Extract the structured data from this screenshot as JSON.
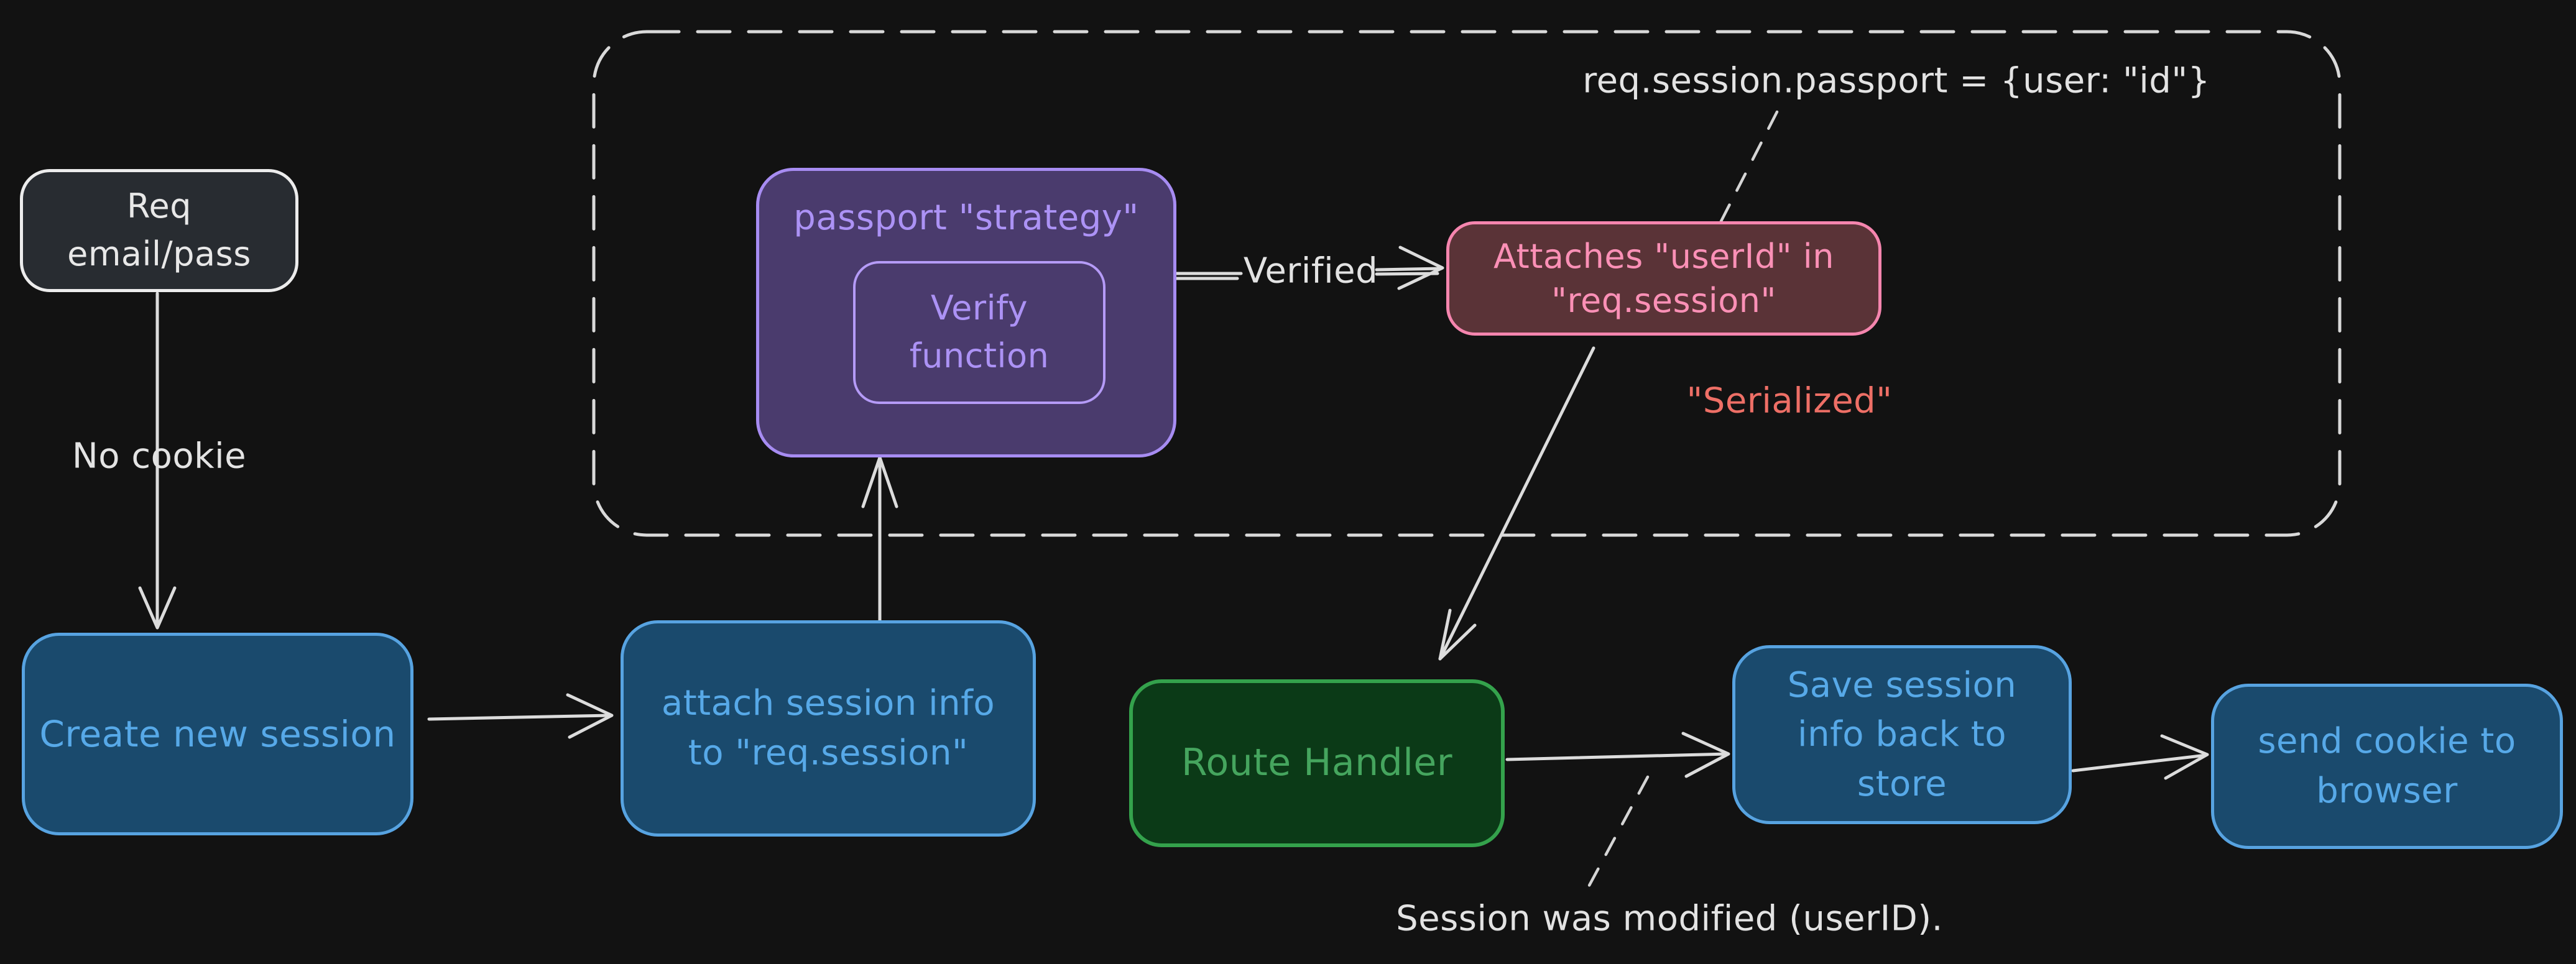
{
  "diagram": {
    "nodes": {
      "req": {
        "lines": [
          "Req",
          "email/pass"
        ]
      },
      "create": {
        "lines": [
          "Create new session"
        ]
      },
      "attach": {
        "lines": [
          "attach session info",
          "to \"req.session\""
        ]
      },
      "passport": {
        "title": "passport \"strategy\""
      },
      "verify": {
        "lines": [
          "Verify",
          "function"
        ]
      },
      "userid": {
        "lines": [
          "Attaches \"userId\" in",
          "\"req.session\""
        ]
      },
      "route": {
        "lines": [
          "Route Handler"
        ]
      },
      "save": {
        "lines": [
          "Save session",
          "info back to",
          "store"
        ]
      },
      "cookie": {
        "lines": [
          "send cookie to",
          "browser"
        ]
      }
    },
    "labels": {
      "no_cookie": "No cookie",
      "verified": "Verified",
      "serialized": "\"Serialized\"",
      "passport_assign": "req.session.passport = {user: \"id\"}",
      "session_modified": "Session was modified (userID)."
    },
    "colors": {
      "background": "#121212",
      "arrow_stroke": "#dcdcdc",
      "dashed_container_stroke": "#d9d9d9",
      "blue_fill": "#1a4a6d",
      "blue_border": "#57a3e1",
      "blue_text": "#57a9e8",
      "dark_fill": "#282c31",
      "dark_border": "#ececec",
      "dark_text": "#e8e8e8",
      "purple_fill": "#4a3b6d",
      "purple_border": "#a78cf2",
      "purple_text": "#ac92f5",
      "pink_fill": "#5a3337",
      "pink_border": "#f585ae",
      "pink_text": "#fb90b6",
      "green_fill": "#0b3a17",
      "green_border": "#34a24c",
      "green_text": "#45a55e",
      "serialized_text": "#ee6f66",
      "annotation_text": "#e3e3e3"
    }
  }
}
